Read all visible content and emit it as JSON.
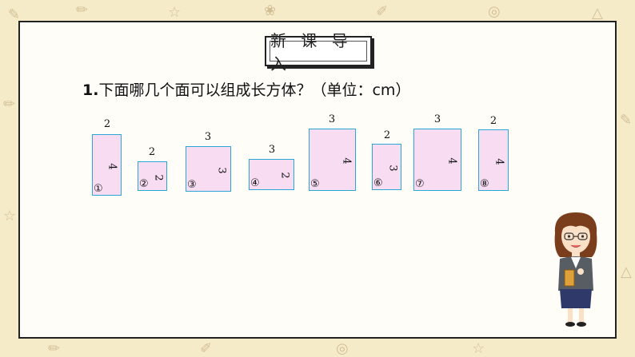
{
  "title": "新 课 导 入",
  "question": {
    "number": "1.",
    "text": "下面哪几个面可以组成长方体？（单位：cm）"
  },
  "faces": [
    {
      "id": "①",
      "top": "2",
      "side": "4"
    },
    {
      "id": "②",
      "top": "2",
      "side": "2"
    },
    {
      "id": "③",
      "top": "3",
      "side": "3"
    },
    {
      "id": "④",
      "top": "3",
      "side": "2"
    },
    {
      "id": "⑤",
      "top": "3",
      "side": "4"
    },
    {
      "id": "⑥",
      "top": "2",
      "side": "3"
    },
    {
      "id": "⑦",
      "top": "3",
      "side": "4"
    },
    {
      "id": "⑧",
      "top": "2",
      "side": "4"
    }
  ],
  "colors": {
    "background": "#f6ebc9",
    "face_fill": "#f7dcf2",
    "face_border": "#2aa7d6"
  },
  "icons": {
    "teacher": "teacher-illustration-icon"
  }
}
